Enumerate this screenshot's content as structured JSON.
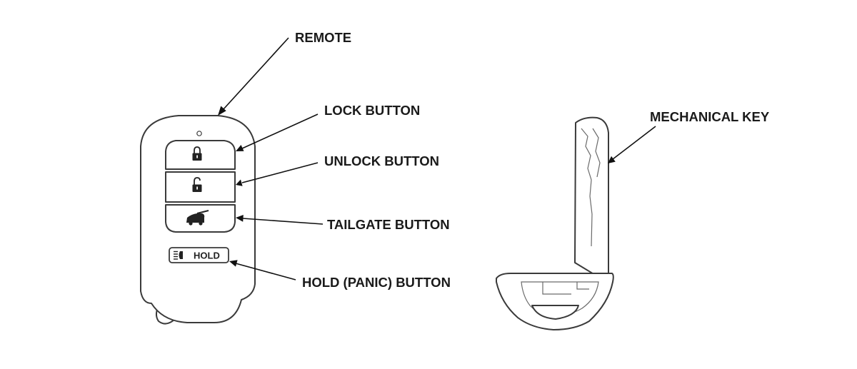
{
  "labels": {
    "remote": "REMOTE",
    "lock_button": "LOCK BUTTON",
    "unlock_button": "UNLOCK BUTTON",
    "tailgate_button": "TAILGATE BUTTON",
    "hold_panic_button": "HOLD (PANIC) BUTTON",
    "mechanical_key": "MECHANICAL KEY"
  },
  "remote_face": {
    "hold_label": "HOLD"
  },
  "icons": {
    "lock": "locked-padlock-icon",
    "unlock": "unlocked-padlock-icon",
    "tailgate": "vehicle-tailgate-icon",
    "hold": "headlight-flash-icon"
  },
  "colors": {
    "line": "#3a3a3a",
    "text": "#1a1a1a",
    "background": "#ffffff"
  }
}
